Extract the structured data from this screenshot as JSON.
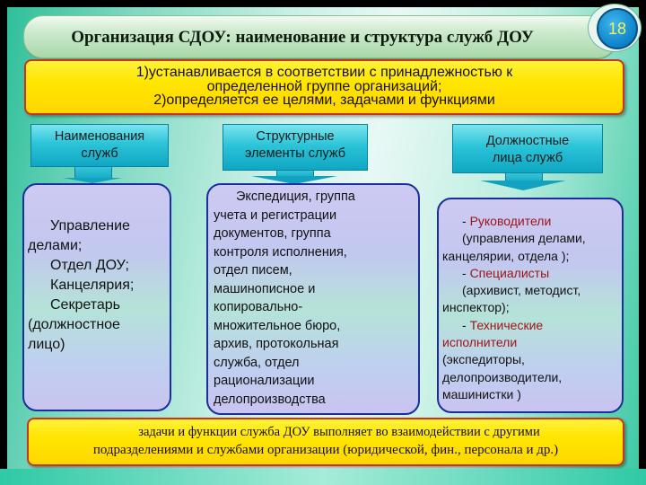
{
  "slide": {
    "title": "Организация СДОУ: наименование и структура служб ДОУ",
    "page_number": "18",
    "top_note": {
      "lines": [
        "1)устанавливается в соответствии с принадлежностью к",
        "определенной группе организаций;",
        "2)определяется ее целями, задачами и функциями"
      ]
    },
    "columns": [
      {
        "header": [
          "Наименования",
          "служб"
        ],
        "body_lines": [
          "Управление",
          "делами;",
          "Отдел ДОУ;",
          "Канцелярия;",
          "Секретарь",
          "(должностное",
          "лицо)"
        ]
      },
      {
        "header": [
          "Структурные",
          "элементы служб"
        ],
        "body_lines": [
          "Экспедиция, группа",
          "учета и регистрации",
          "документов, группа",
          "контроля исполнения,",
          "отдел писем,",
          "машинописное и",
          "копировально-",
          "множительное бюро,",
          "архив, протокольная",
          "служба, отдел",
          "рационализации",
          "делопроизводства"
        ]
      },
      {
        "header": [
          "Должностные",
          "лица служб"
        ],
        "items": [
          {
            "dash": "- ",
            "role": "Руководители",
            "detail_lines": [
              "(управления  делами,",
              "канцелярии, отдела );"
            ]
          },
          {
            "dash": "- ",
            "role": "Специалисты",
            "detail_lines": [
              "(архивист,  методист,",
              "инспектор);"
            ]
          },
          {
            "dash": "- ",
            "role_lines": [
              "Технические",
              "исполнители"
            ],
            "detail_lines": [
              "(экспедиторы,",
              "делопроизводители,",
              "машинистки )"
            ]
          }
        ]
      }
    ],
    "bottom_note": {
      "lines": [
        "задачи и функции служба ДОУ выполняет во взаимодействии с другими",
        "подразделениями и службами организации (юридической, фин., персонала и др.)"
      ]
    },
    "colors": {
      "background_teal": "#3fc9a5",
      "yellow_box": "#ffe600",
      "yellow_border": "#c8351a",
      "header_cyan": "#2cc4d8",
      "body_lavender": "#c9c4f0",
      "body_border": "#1a2f9c",
      "role_red": "#a0141a",
      "badge_blue": "#1389cf",
      "badge_text": "#f4f25a"
    }
  }
}
